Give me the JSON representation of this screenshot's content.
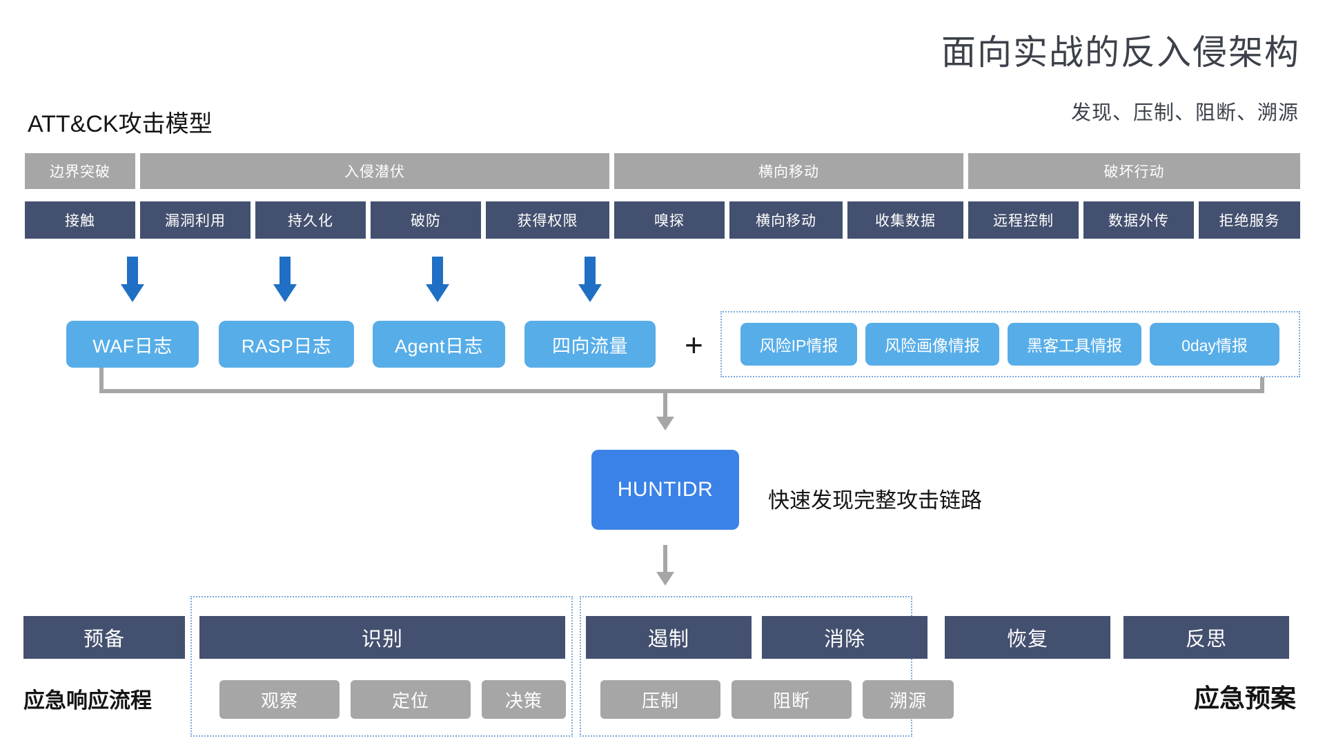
{
  "header": {
    "main_title": "面向实战的反入侵架构",
    "sub_title": "发现、压制、阻断、溯源",
    "section_title": "ATT&CK攻击模型"
  },
  "attack_model": {
    "phases": [
      {
        "label": "边界突破",
        "span": 1
      },
      {
        "label": "入侵潜伏",
        "span": 4
      },
      {
        "label": "横向移动",
        "span": 3
      },
      {
        "label": "破坏行动",
        "span": 3
      }
    ],
    "techniques": [
      "接触",
      "漏洞利用",
      "持久化",
      "破防",
      "获得权限",
      "嗅探",
      "横向移动",
      "收集数据",
      "远程控制",
      "数据外传",
      "拒绝服务"
    ]
  },
  "data_sources": {
    "logs": [
      "WAF日志",
      "RASP日志",
      "Agent日志",
      "四向流量"
    ],
    "plus": "+",
    "intel": [
      "风险IP情报",
      "风险画像情报",
      "黑客工具情报",
      "0day情报"
    ]
  },
  "engine": {
    "name": "HUNTIDR",
    "caption": "快速发现完整攻击链路"
  },
  "incident_response": {
    "left_label": "应急响应流程",
    "right_label": "应急预案",
    "stages": [
      "预备",
      "识别",
      "遏制",
      "消除",
      "恢复",
      "反思"
    ],
    "identify_steps": [
      "观察",
      "定位",
      "决策"
    ],
    "contain_steps": [
      "压制",
      "阻断",
      "溯源"
    ]
  },
  "colors": {
    "phase_band": "#a6a6a6",
    "technique_box": "#44506f",
    "source_box": "#57ade8",
    "engine_box": "#3b82e8",
    "arrow_blue": "#1f6fc4",
    "connector_grey": "#a6a6a6",
    "title_text": "#3c414a"
  }
}
